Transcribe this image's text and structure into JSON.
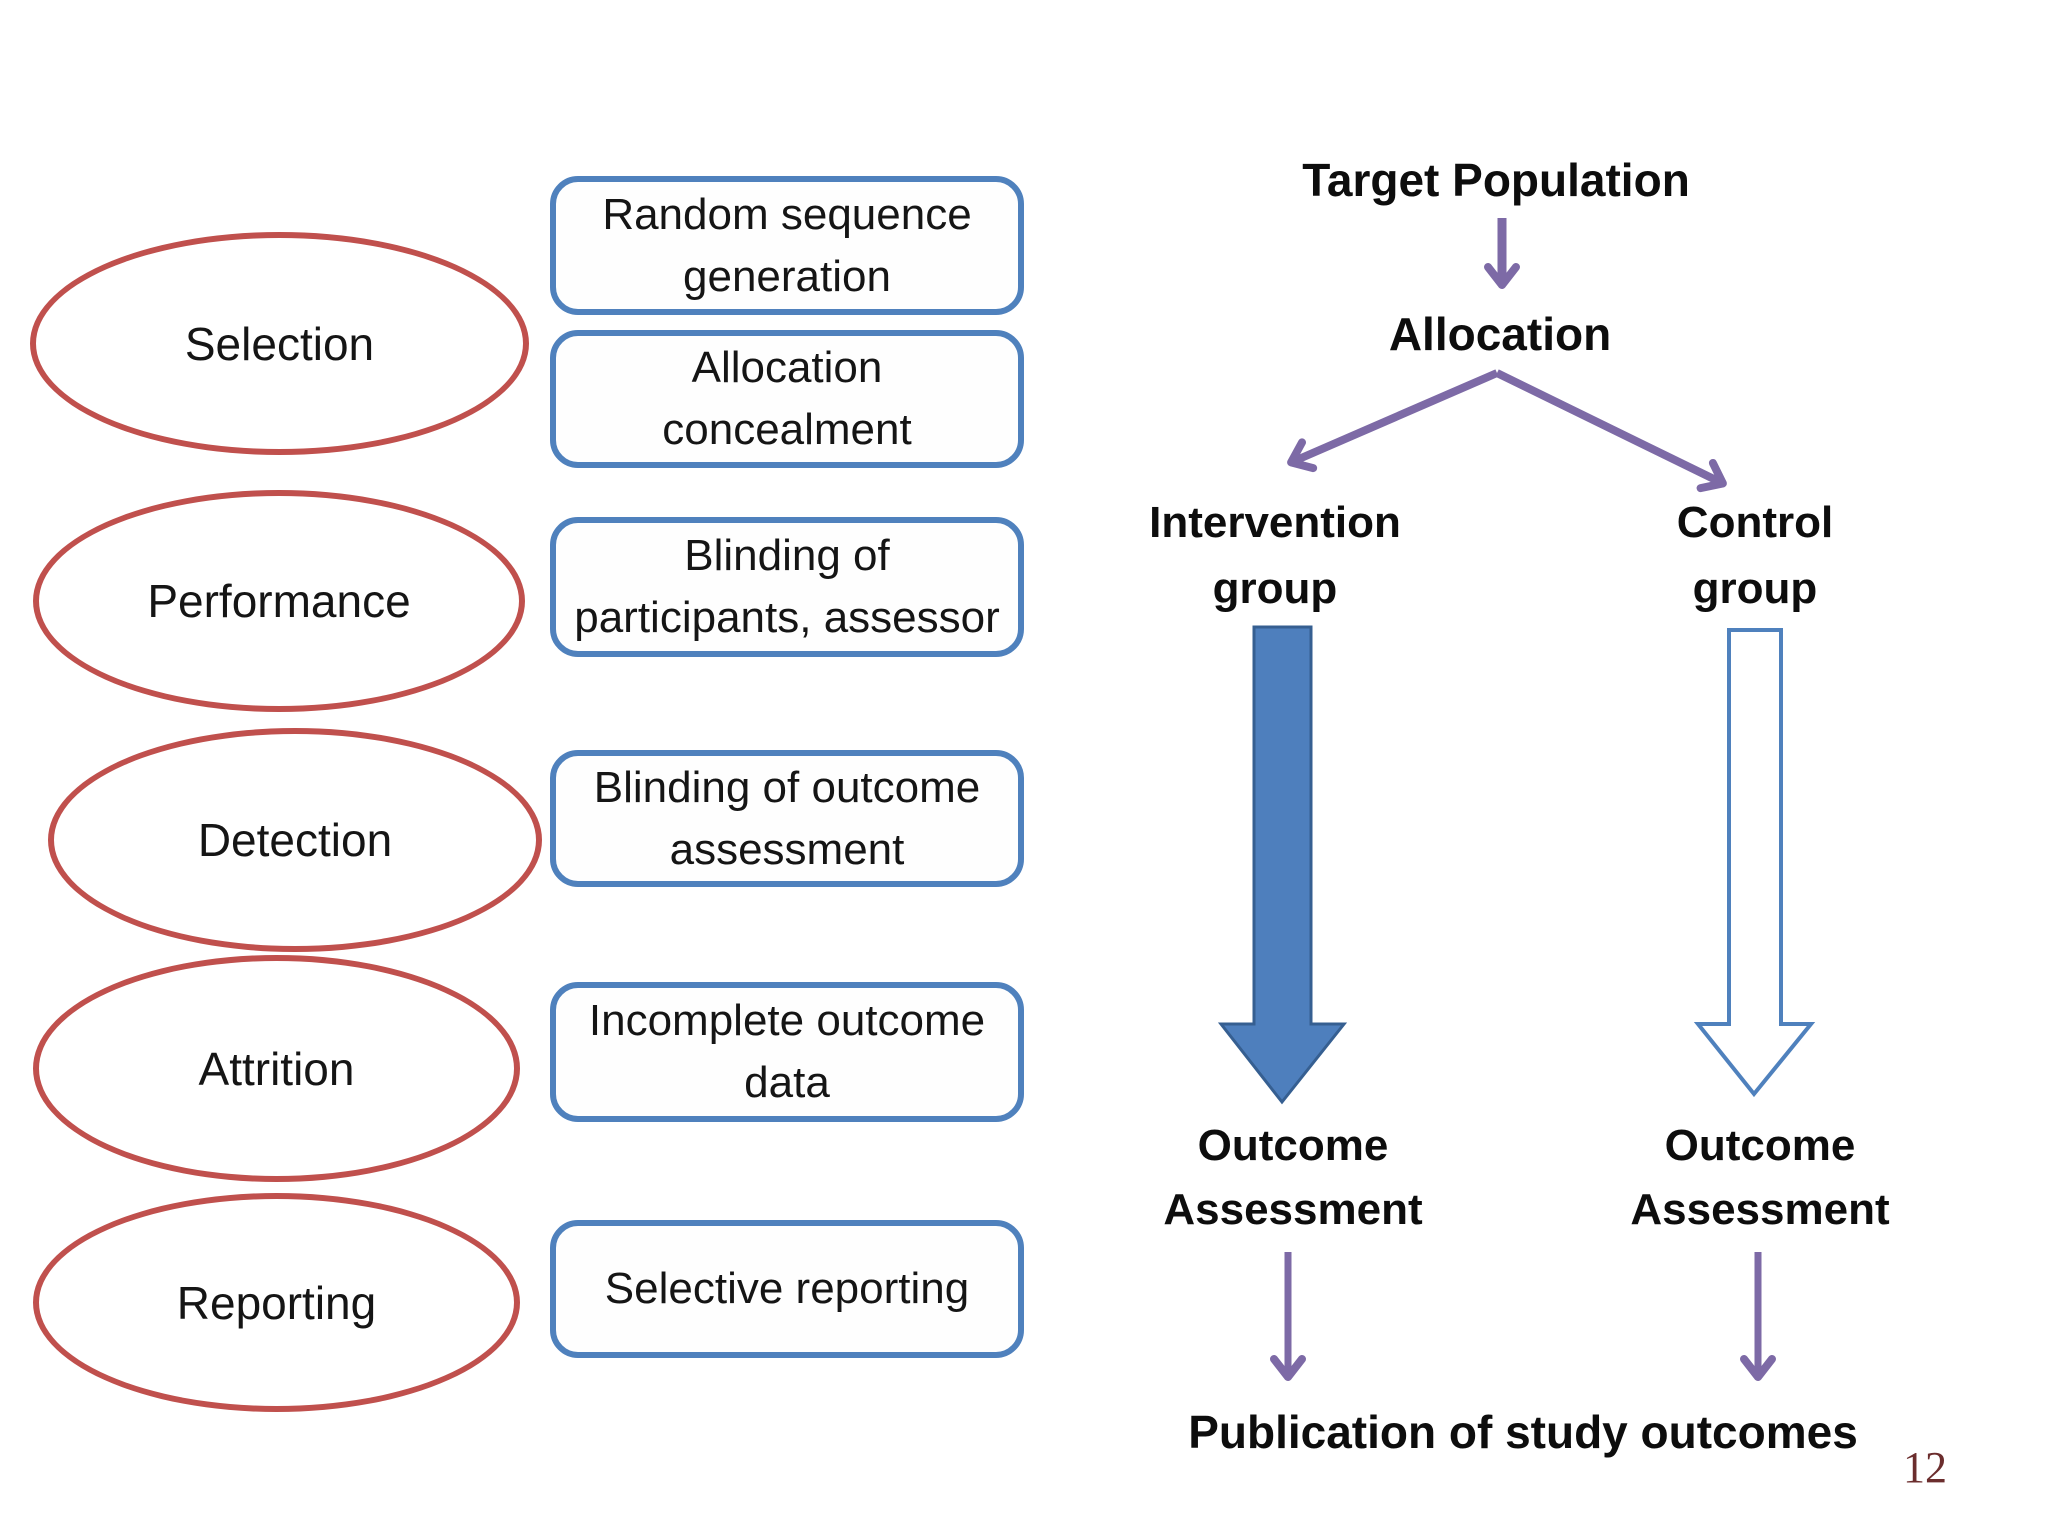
{
  "page": {
    "number": "12"
  },
  "colors": {
    "ellipse_red": "#c0504d",
    "box_blue": "#4f81bd",
    "arrow_purple": "#7d6aa6",
    "block_arrow_fill": "#4e7fbd",
    "block_arrow_edge": "#365f91",
    "text": "#111111",
    "page_number": "#6b2d2d"
  },
  "ellipses": [
    {
      "label": "Selection"
    },
    {
      "label": "Performance"
    },
    {
      "label": "Detection"
    },
    {
      "label": "Attrition"
    },
    {
      "label": "Reporting"
    }
  ],
  "boxes": [
    {
      "label": "Random sequence\ngeneration"
    },
    {
      "label": "Allocation\nconcealment"
    },
    {
      "label": "Blinding of\nparticipants, assessor"
    },
    {
      "label": "Blinding of outcome\nassessment"
    },
    {
      "label": "Incomplete outcome\ndata"
    },
    {
      "label": "Selective reporting"
    }
  ],
  "flow": {
    "target_population": "Target Population",
    "allocation": "Allocation",
    "intervention_group": "Intervention\ngroup",
    "control_group": "Control\ngroup",
    "outcome_assessment_left": "Outcome\nAssessment",
    "outcome_assessment_right": "Outcome\nAssessment",
    "publication": "Publication of study outcomes"
  }
}
